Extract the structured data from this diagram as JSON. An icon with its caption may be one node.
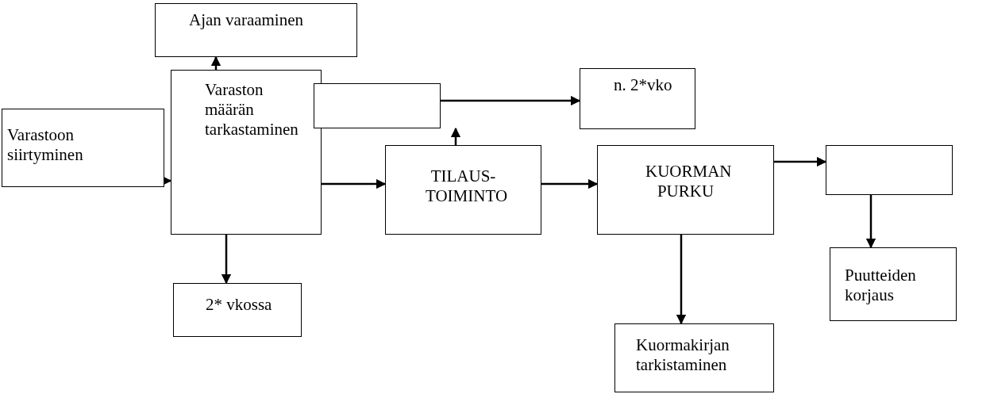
{
  "diagram": {
    "nodes": [
      {
        "text": [
          "Ajan varaaminen"
        ]
      },
      {
        "text": [
          "Varastoon siirtyminen"
        ]
      },
      {
        "text": [
          "Varaston määrän tarkastaminen"
        ]
      },
      {
        "text": [],
        "shape": "box"
      },
      {
        "text": [
          "n. 2*vko"
        ]
      },
      {
        "text": [
          "TILAUS-TOIMINTO"
        ]
      },
      {
        "text": [
          "KUORMAN PURKU"
        ]
      },
      {
        "text": [],
        "shape": "box"
      },
      {
        "text": [
          "2* vkossa"
        ]
      },
      {
        "text": [
          "Puutteiden korjaus"
        ]
      },
      {
        "text": [
          "Kuormakirjan tarkistaminen"
        ]
      }
    ],
    "edges": [
      {
        "from": 1,
        "to": 2,
        "arrow": "to"
      },
      {
        "from": 2,
        "to": 0,
        "arrow": "to"
      },
      {
        "from": 2,
        "to": 8,
        "arrow": "to"
      },
      {
        "from": 2,
        "to": 5,
        "arrow": "to"
      },
      {
        "from": 5,
        "to": 3,
        "arrow": "to"
      },
      {
        "from": 3,
        "to": 4,
        "arrow": "to"
      },
      {
        "from": 5,
        "to": 6,
        "arrow": "to"
      },
      {
        "from": 6,
        "to": 7,
        "arrow": "to"
      },
      {
        "from": 6,
        "to": 10,
        "arrow": "to"
      },
      {
        "from": 7,
        "to": 9,
        "arrow": "to"
      }
    ]
  }
}
